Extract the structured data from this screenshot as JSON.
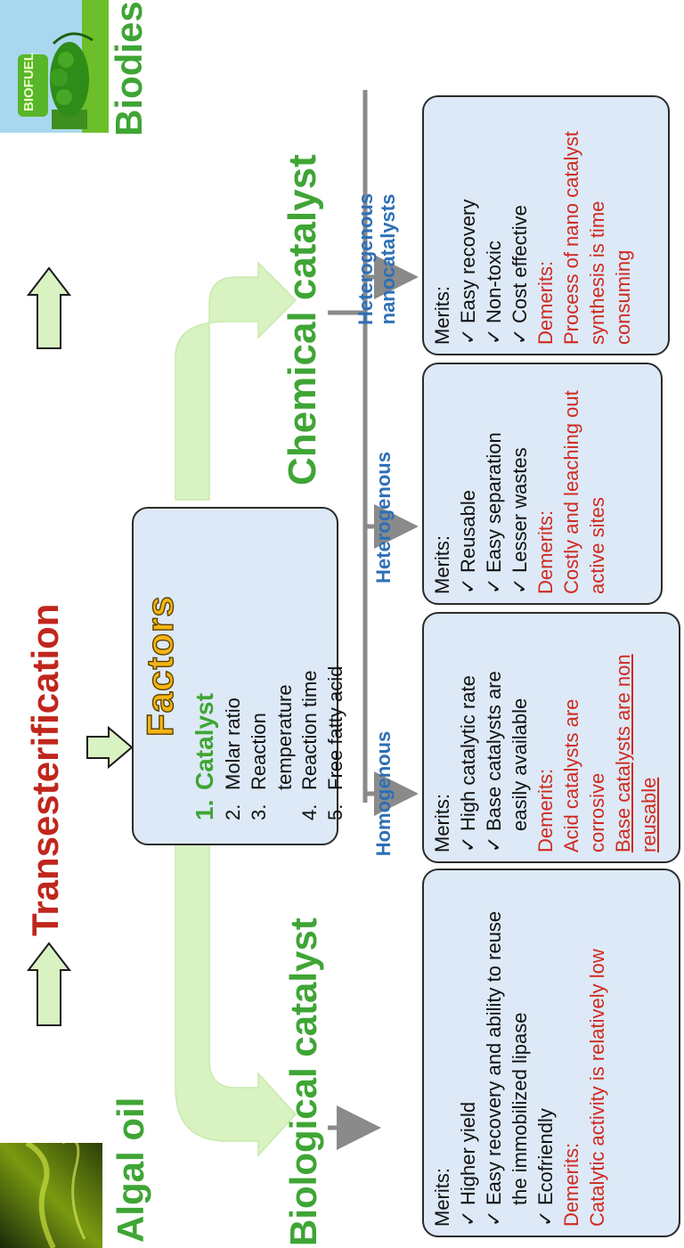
{
  "titles": {
    "algal_oil": "Algal oil",
    "transesterification": "Transesterification",
    "biodiesel": "Biodiesel",
    "factors": "Factors",
    "biological": "Biological catalyst",
    "chemical": "Chemical catalyst"
  },
  "biofuel_sign": "BIOFUEL",
  "factors_list": [
    {
      "num": "1.",
      "text": "Catalyst"
    },
    {
      "num": "2.",
      "text": "Molar ratio"
    },
    {
      "num": "3.",
      "text": "Reaction"
    },
    {
      "num": "",
      "text": "temperature"
    },
    {
      "num": "4.",
      "text": "Reaction time"
    },
    {
      "num": "5.",
      "text": "Free fatty acid"
    }
  ],
  "subcategories": {
    "homogenous": "Homogenous",
    "heterogenous": "Heterogenous",
    "heterogenous_nano_line1": "Heterogenous",
    "heterogenous_nano_line2": "nanocatalysts"
  },
  "boxes": {
    "biological": {
      "merits_label": "Merits:",
      "merits": [
        "Higher yield",
        "Easy recovery and ability to reuse the immobilized lipase",
        "Ecofriendly"
      ],
      "demerits_label": "Demerits:",
      "demerits": [
        "Catalytic activity is relatively low"
      ]
    },
    "homogenous": {
      "merits_label": "Merits:",
      "merits": [
        "High catalytic rate",
        "Base catalysts are easily available"
      ],
      "demerits_label": "Demerits:",
      "demerits": [
        "Acid catalysts are corrosive",
        "Base catalysts are non reusable"
      ]
    },
    "heterogenous": {
      "merits_label": "Merits:",
      "merits": [
        "Reusable",
        "Easy separation",
        "Lesser wastes"
      ],
      "demerits_label": "Demerits:",
      "demerits": [
        "Costly and leaching out active sites"
      ]
    },
    "nano": {
      "merits_label": "Merits:",
      "merits": [
        "Easy recovery",
        "Non-toxic",
        "Cost effective"
      ],
      "demerits_label": "Demerits:",
      "demerits": [
        "Process of nano catalyst synthesis is time consuming"
      ]
    }
  },
  "colors": {
    "title_green": "#3fa535",
    "title_red": "#c0261c",
    "demerit_red": "#d02a20",
    "sub_blue": "#2e6fb5",
    "box_fill": "#dde9f6",
    "arrow_fill": "#d8f2c2",
    "factors_gold": "#f3b515"
  },
  "icons": {
    "check": "✓"
  }
}
